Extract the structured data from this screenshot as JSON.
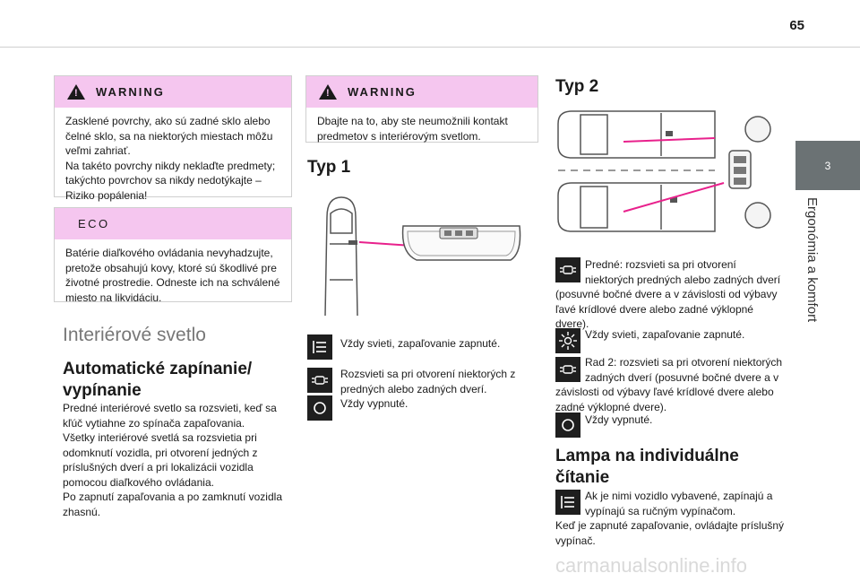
{
  "page": {
    "number": "65"
  },
  "chapter": {
    "tab": "3",
    "title": "Ergonómia a komfort"
  },
  "warning1": {
    "label": "WARNING",
    "lines": [
      "Zasklené povrchy, ako sú zadné sklo alebo",
      "čelné sklo, sa na niektorých miestach môžu",
      "veľmi zahriať.",
      "Na takéto povrchy nikdy neklaďte predmety;",
      "takýchto povrchov sa nikdy nedotýkajte –",
      "Riziko popálenia!"
    ]
  },
  "eco": {
    "label": "ECO",
    "lines": [
      "Batérie diaľkového ovládania nevyhadzujte,",
      "pretože obsahujú kovy, ktoré sú škodlivé pre",
      "životné prostredie. Odneste ich na schválené",
      "miesto na likvidáciu."
    ]
  },
  "section": {
    "title": "Interiérové svetlo"
  },
  "auto": {
    "title_lines": [
      "Automatické zapínanie/",
      "vypínanie"
    ],
    "lines": [
      "Predné interiérové svetlo sa rozsvieti, keď sa",
      "kľúč vytiahne zo spínača zapaľovania.",
      "Všetky interiérové svetlá sa rozsvietia pri",
      "odomknutí vozidla, pri otvorení jedných z",
      "príslušných dverí a pri lokalizácii vozidla",
      "pomocou diaľkového ovládania.",
      "Po zapnutí zapaľovania a po zamknutí vozidla",
      "zhasnú."
    ]
  },
  "warning2": {
    "label": "WARNING",
    "lines": [
      "Dbajte na to, aby ste neumožnili kontakt",
      "predmetov s interiérovým svetlom."
    ]
  },
  "typ1": {
    "title": "Typ 1",
    "items": [
      {
        "icon": "beam-lines-icon",
        "lines": [
          "Vždy svieti, zapaľovanie zapnuté."
        ]
      },
      {
        "icon": "door-light-icon",
        "lines": [
          "Rozsvieti sa pri otvorení niektorých z",
          "predných alebo zadných dverí."
        ]
      },
      {
        "icon": "lamp-off-icon",
        "lines": [
          "Vždy vypnuté."
        ]
      }
    ]
  },
  "typ2": {
    "title": "Typ 2",
    "items": [
      {
        "icon": "door-light-icon",
        "lines": [
          "Predné: rozsvieti sa pri otvorení",
          "niektorých predných alebo zadných dverí",
          "(posuvné bočné dvere a v závislosti od výbavy",
          "ľavé krídlové dvere alebo zadné výklopné",
          "dvere)."
        ]
      },
      {
        "icon": "sun-icon",
        "lines": [
          "Vždy svieti, zapaľovanie zapnuté."
        ]
      },
      {
        "icon": "door-light-icon",
        "lines": [
          "Rad 2: rozsvieti sa pri otvorení niektorých",
          "zadných dverí (posuvné bočné dvere a v",
          "závislosti od výbavy ľavé krídlové dvere alebo",
          "zadné výklopné dvere)."
        ]
      },
      {
        "icon": "lamp-off-icon",
        "lines": [
          "Vždy vypnuté."
        ]
      }
    ]
  },
  "reading": {
    "title_lines": [
      "Lampa na individuálne",
      "čítanie"
    ],
    "icon": "beam-lines-icon",
    "lines": [
      "Ak je nimi vozidlo vybavené, zapínajú a",
      "vypínajú sa ručným vypínačom.",
      "Keď je zapnuté zapaľovanie, ovládajte príslušný",
      "vypínač."
    ]
  },
  "footer": {
    "watermark": "carmanualsonline.info"
  },
  "colors": {
    "accent_pink": "#e8218c",
    "box_header": "#f5c6ef",
    "chapter_tab": "#6b7274"
  }
}
